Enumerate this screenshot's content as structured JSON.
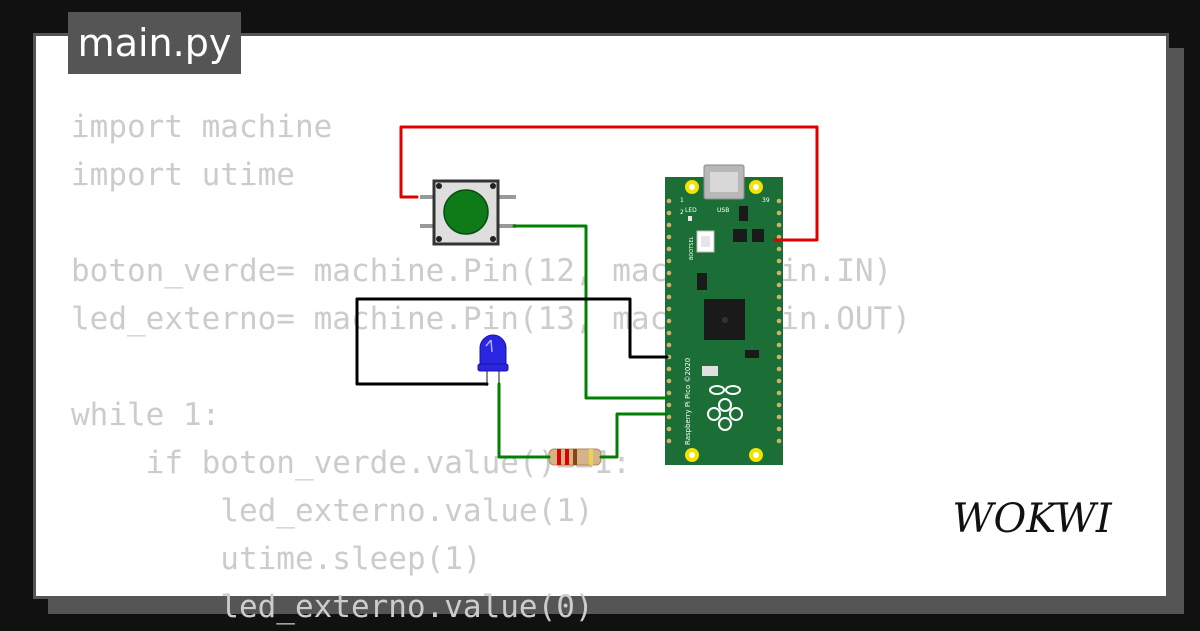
{
  "tab": {
    "filename": "main.py"
  },
  "code": {
    "lines": [
      "import machine",
      "import utime",
      "",
      "boton_verde= machine.Pin(12, machine.Pin.IN)",
      "led_externo= machine.Pin(13, machine.Pin.OUT)",
      "",
      "while 1:",
      "    if boton_verde.value()==1:",
      "        led_externo.value(1)",
      "        utime.sleep(1)",
      "        led_externo.value(0)"
    ]
  },
  "board": {
    "usb_label": "USB",
    "led_label": "LED",
    "bootsel_label": "BOOTSEL",
    "board_label": "Raspberry Pi Pico ©2020",
    "pin_1": "1",
    "pin_2": "2",
    "pin_39": "39"
  },
  "brand": {
    "logo_text": "WOKWI"
  },
  "colors": {
    "background": "#111111",
    "frame": "#555555",
    "code_text": "#cccccc",
    "wire_red": "#e00000",
    "wire_green": "#008000",
    "wire_black": "#000000",
    "board_green": "#1b6e35",
    "button_green": "#0f7a18",
    "led_blue": "#2a25e0"
  }
}
